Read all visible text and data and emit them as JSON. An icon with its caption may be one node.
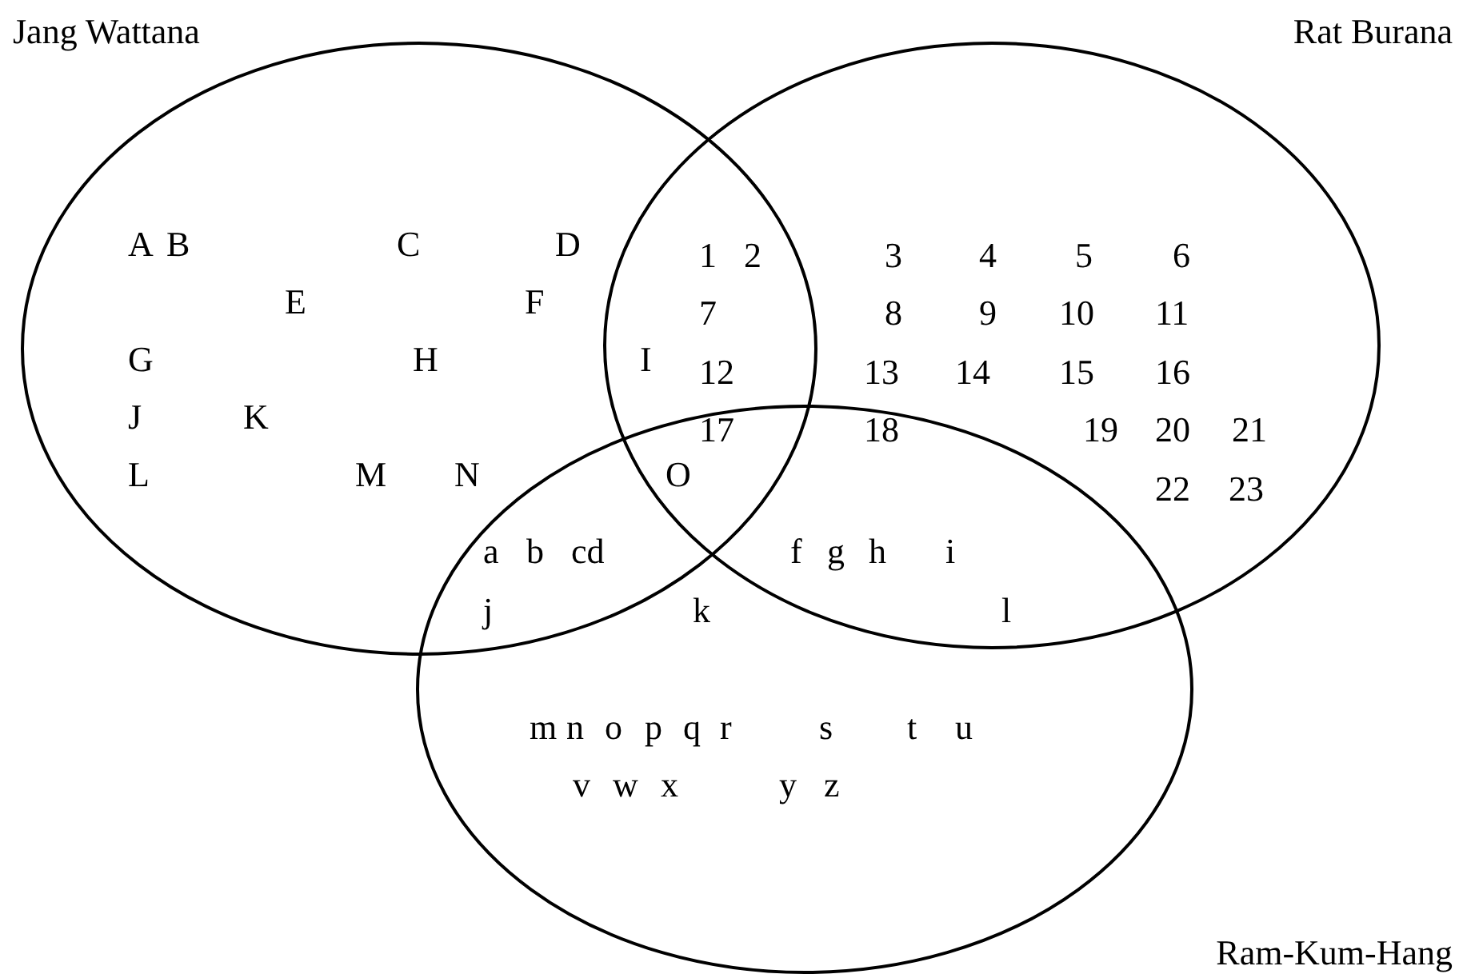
{
  "diagram": {
    "nodes": [
      {
        "text": [
          "Jang Wattana"
        ]
      },
      {
        "text": [
          "Rat Burana"
        ]
      },
      {
        "text": [
          "Ram-Kum-Hang"
        ]
      }
    ],
    "edges": [],
    "labels": [
      "A",
      "B",
      "C",
      "D",
      "1",
      "2",
      "3",
      "4",
      "5",
      "6",
      "E",
      "F",
      "7",
      "8",
      "9",
      "10",
      "11",
      "G",
      "H",
      "I",
      "12",
      "13",
      "14",
      "15",
      "16",
      "J",
      "K",
      "17",
      "18",
      "19",
      "20",
      "21",
      "L",
      "M",
      "N",
      "O",
      "22",
      "23",
      "a",
      "b",
      "cd",
      "f",
      "g",
      "h",
      "i",
      "j",
      "k",
      "l",
      "m",
      "n",
      "o",
      "p",
      "q",
      "r",
      "s",
      "t",
      "u",
      "v",
      "w",
      "x",
      "y",
      "z"
    ]
  }
}
